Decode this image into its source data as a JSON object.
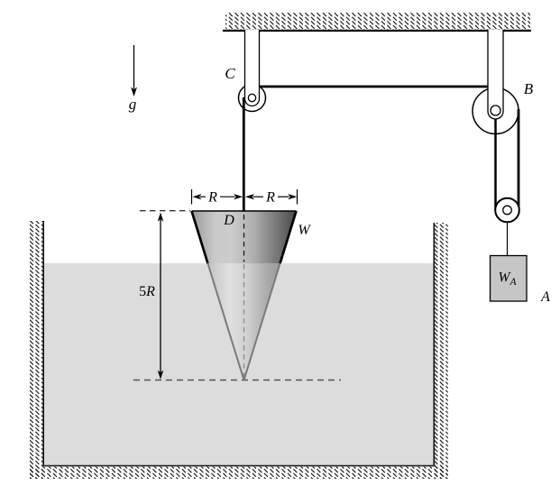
{
  "figure": {
    "gravity_label": "g",
    "pulley_top_left_label": "C",
    "pulley_top_right_label": "B",
    "cone_top_point_label": "D",
    "cone_weight_label": "W",
    "radius_left_label": "R",
    "radius_right_label": "R",
    "cone_depth_value": "5",
    "cone_depth_symbol": "R",
    "hanging_block_symbol": "W",
    "hanging_block_subscript": "A",
    "hanging_block_point_label": "A",
    "colors": {
      "water_fill": "#dcdcdc",
      "block_fill": "#c6c6c6",
      "cone_top_light": "#cdcdcd",
      "cone_top_dark": "#4a4a4a",
      "cone_submerged_light": "#e0e0e0",
      "cone_submerged_dark": "#999999",
      "line_color": "#000000"
    }
  }
}
